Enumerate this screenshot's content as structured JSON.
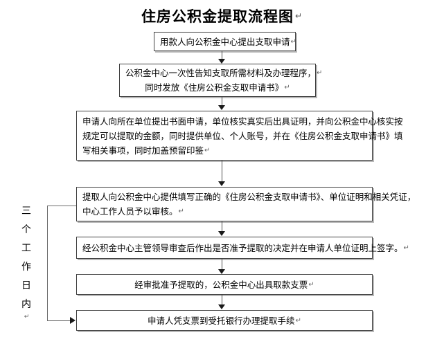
{
  "document": {
    "title": "住房公积金提取流程图",
    "paragraph_mark": "↵"
  },
  "side_label": {
    "characters": [
      "三",
      "个",
      "工",
      "作",
      "日",
      "内"
    ],
    "text": "三个工作日内",
    "paragraph_mark": "↵"
  },
  "flow": {
    "nodes": [
      {
        "id": "step-1",
        "lines": [
          "用款人向公积金中心提出支取申请"
        ],
        "align": "center"
      },
      {
        "id": "step-2",
        "lines": [
          "公积金中心一次性告知支取所需材料及办理程序，",
          "同时发放《住房公积金支取申请书》"
        ],
        "align": "center"
      },
      {
        "id": "step-3",
        "lines": [
          "申请人向所在单位提出书面申请，单位核实真实后出具证明，并向公积金中心核实按",
          "规定可以提取的金额，同时提供单位、个人账号，并在《住房公积金支取申请书》填",
          "写相关事项，同时加盖预留印鉴"
        ],
        "align": "left"
      },
      {
        "id": "step-4",
        "lines": [
          "提取人向公积金中心提供填写正确的《住房公积金支取申请书》、单位证明和相关凭证，",
          "中心工作人员予以审核。"
        ],
        "align": "left"
      },
      {
        "id": "step-5",
        "lines": [
          "经公积金中心主管领导审查后作出是否准予提取的决定并在申请人单位证明上签字。"
        ],
        "align": "center"
      },
      {
        "id": "step-6",
        "lines": [
          "经审批准予提取的，公积金中心出具取款支票"
        ],
        "align": "center"
      },
      {
        "id": "step-7",
        "lines": [
          "申请人凭支票到受托银行办理提取手续"
        ],
        "align": "center"
      }
    ]
  },
  "colors": {
    "box_border": "#3f3f3f",
    "box_shadow": "#b9b9b9",
    "connector": "#4a4a4a",
    "background": "#ffffff",
    "text": "#000000"
  }
}
